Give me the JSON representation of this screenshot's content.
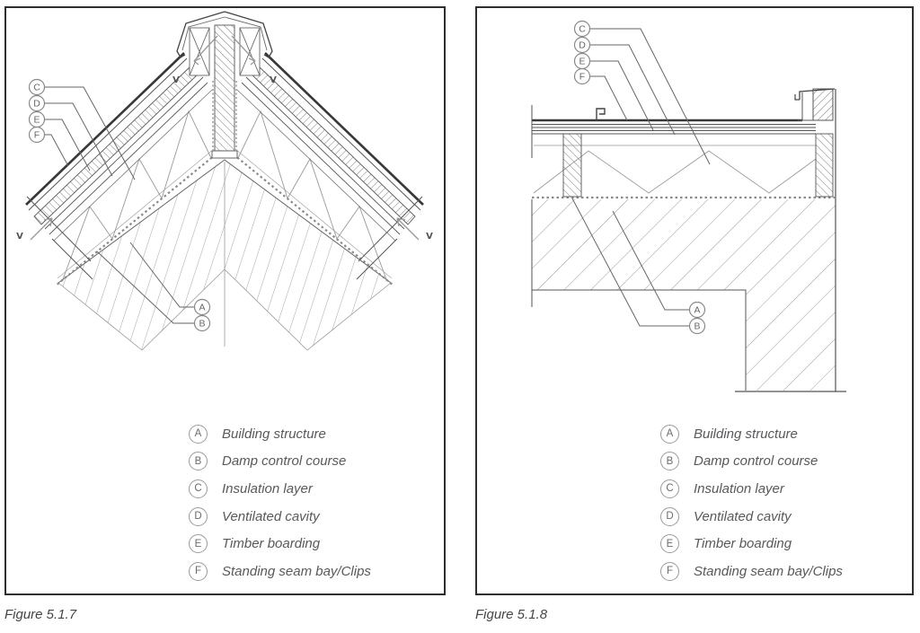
{
  "page": {
    "background": "#ffffff",
    "line_color": "#4a4a4a",
    "text_color": "#58595b"
  },
  "figures": [
    {
      "caption": "Figure 5.1.7",
      "vent_label": "V",
      "callouts": {
        "a": "A",
        "b": "B",
        "c": "C",
        "d": "D",
        "e": "E",
        "f": "F"
      },
      "legend": [
        {
          "letter": "A",
          "label": "Building structure"
        },
        {
          "letter": "B",
          "label": "Damp control course"
        },
        {
          "letter": "C",
          "label": "Insulation layer"
        },
        {
          "letter": "D",
          "label": "Ventilated cavity"
        },
        {
          "letter": "E",
          "label": "Timber boarding"
        },
        {
          "letter": "F",
          "label": "Standing seam bay/Clips"
        }
      ]
    },
    {
      "caption": "Figure 5.1.8",
      "callouts": {
        "a": "A",
        "b": "B",
        "c": "C",
        "d": "D",
        "e": "E",
        "f": "F"
      },
      "legend": [
        {
          "letter": "A",
          "label": "Building structure"
        },
        {
          "letter": "B",
          "label": "Damp control course"
        },
        {
          "letter": "C",
          "label": "Insulation layer"
        },
        {
          "letter": "D",
          "label": "Ventilated cavity"
        },
        {
          "letter": "E",
          "label": "Timber boarding"
        },
        {
          "letter": "F",
          "label": "Standing seam bay/Clips"
        }
      ]
    }
  ]
}
